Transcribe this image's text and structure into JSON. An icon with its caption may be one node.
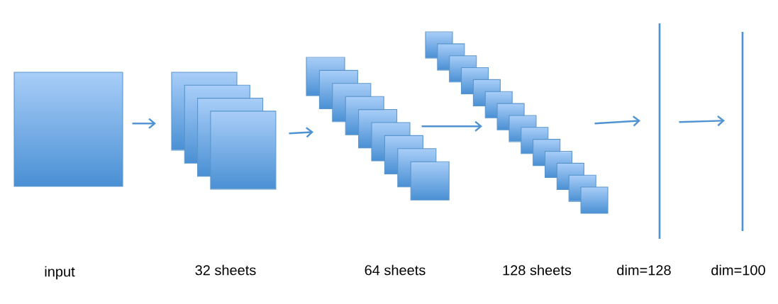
{
  "diagram": {
    "nodes": [
      {
        "text": [],
        "shape": "box"
      },
      {
        "text": [],
        "shape": "stack"
      },
      {
        "text": [],
        "shape": "stack"
      },
      {
        "text": [],
        "shape": "stack"
      },
      {
        "text": [],
        "shape": "bar"
      },
      {
        "text": [],
        "shape": "bar"
      }
    ],
    "edges": [
      {
        "from": 0,
        "to": 1,
        "arrow": "to"
      },
      {
        "from": 1,
        "to": 2,
        "arrow": "to"
      },
      {
        "from": 2,
        "to": 3,
        "arrow": "to"
      },
      {
        "from": 3,
        "to": 4,
        "arrow": "to"
      },
      {
        "from": 4,
        "to": 5,
        "arrow": "to"
      }
    ],
    "labels": [
      "input",
      "32 sheets",
      "64 sheets",
      "128 sheets",
      "dim=128",
      "dim=100"
    ]
  }
}
